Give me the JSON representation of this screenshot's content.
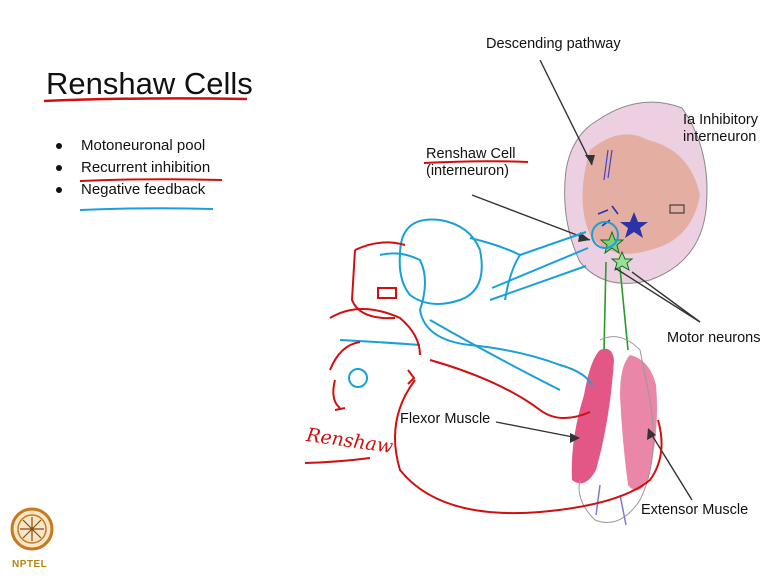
{
  "slide": {
    "title": "Renshaw Cells",
    "bullets": [
      "Motoneuronal pool",
      "Recurrent inhibition",
      "Negative feedback"
    ]
  },
  "diagram": {
    "labels": {
      "descending_pathway": "Descending pathway",
      "ia_inhibitory_line1": "Ia Inhibitory",
      "ia_inhibitory_line2": "interneuron",
      "renshaw_cell_line1": "Renshaw Cell",
      "renshaw_cell_line2": "(interneuron)",
      "motor_neurons": "Motor neurons",
      "flexor_muscle": "Flexor Muscle",
      "extensor_muscle": "Extensor Muscle"
    },
    "handwritten": "Renshaw"
  },
  "logo": {
    "text": "NPTEL"
  },
  "colors": {
    "red_ink": "#d01010",
    "blue_ink": "#1aa0d8",
    "spinal_fill": "#e8c8dc",
    "gray_matter": "#e0a890",
    "muscle": "#e0457a",
    "nerve_green": "#2a9a2a"
  }
}
